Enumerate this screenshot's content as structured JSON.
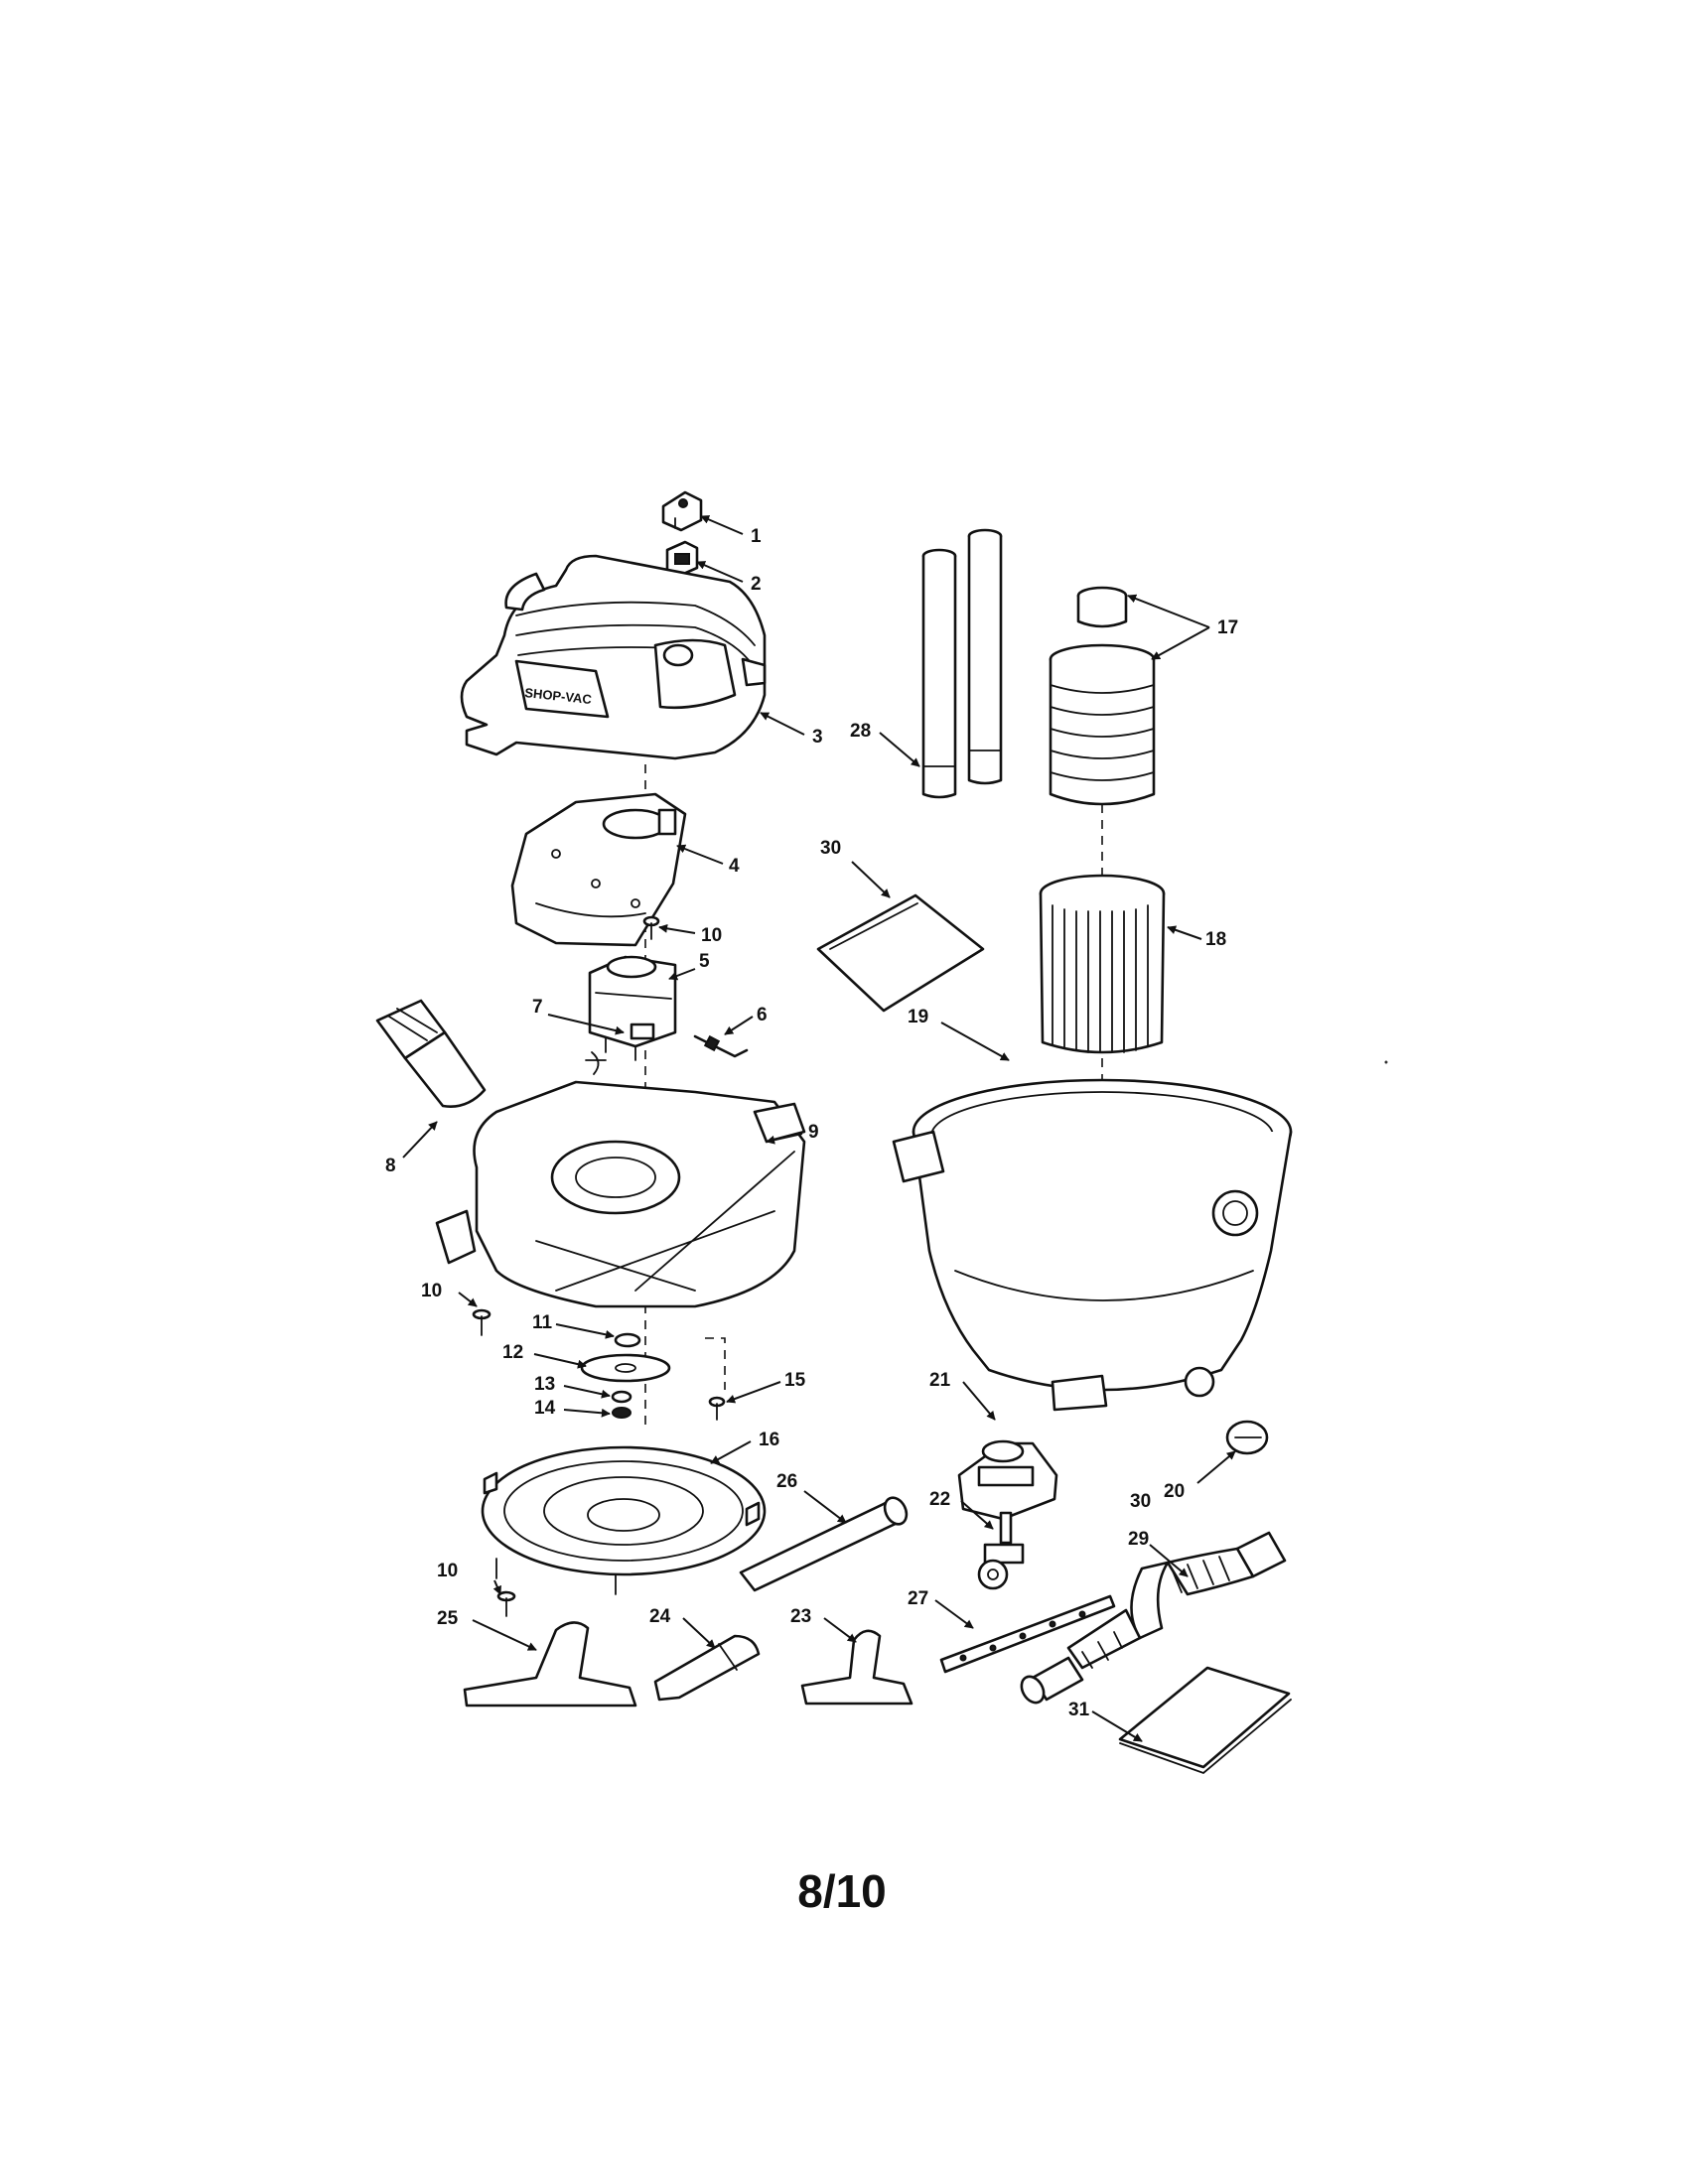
{
  "page_number": "8/10",
  "callouts": {
    "c1": "1",
    "c2": "2",
    "c3": "3",
    "c4": "4",
    "c5": "5",
    "c6": "6",
    "c7": "7",
    "c8": "8",
    "c9": "9",
    "c10a": "10",
    "c10b": "10",
    "c10c": "10",
    "c11": "11",
    "c12": "12",
    "c13": "13",
    "c14": "14",
    "c15": "15",
    "c16": "16",
    "c17": "17",
    "c18": "18",
    "c19": "19",
    "c20": "20",
    "c21": "21",
    "c22": "22",
    "c23": "23",
    "c24": "24",
    "c25": "25",
    "c26": "26",
    "c27": "27",
    "c28": "28",
    "c29": "29",
    "c30a": "30",
    "c30b": "30",
    "c31": "31"
  },
  "panel_text": "SHOP-VAC"
}
